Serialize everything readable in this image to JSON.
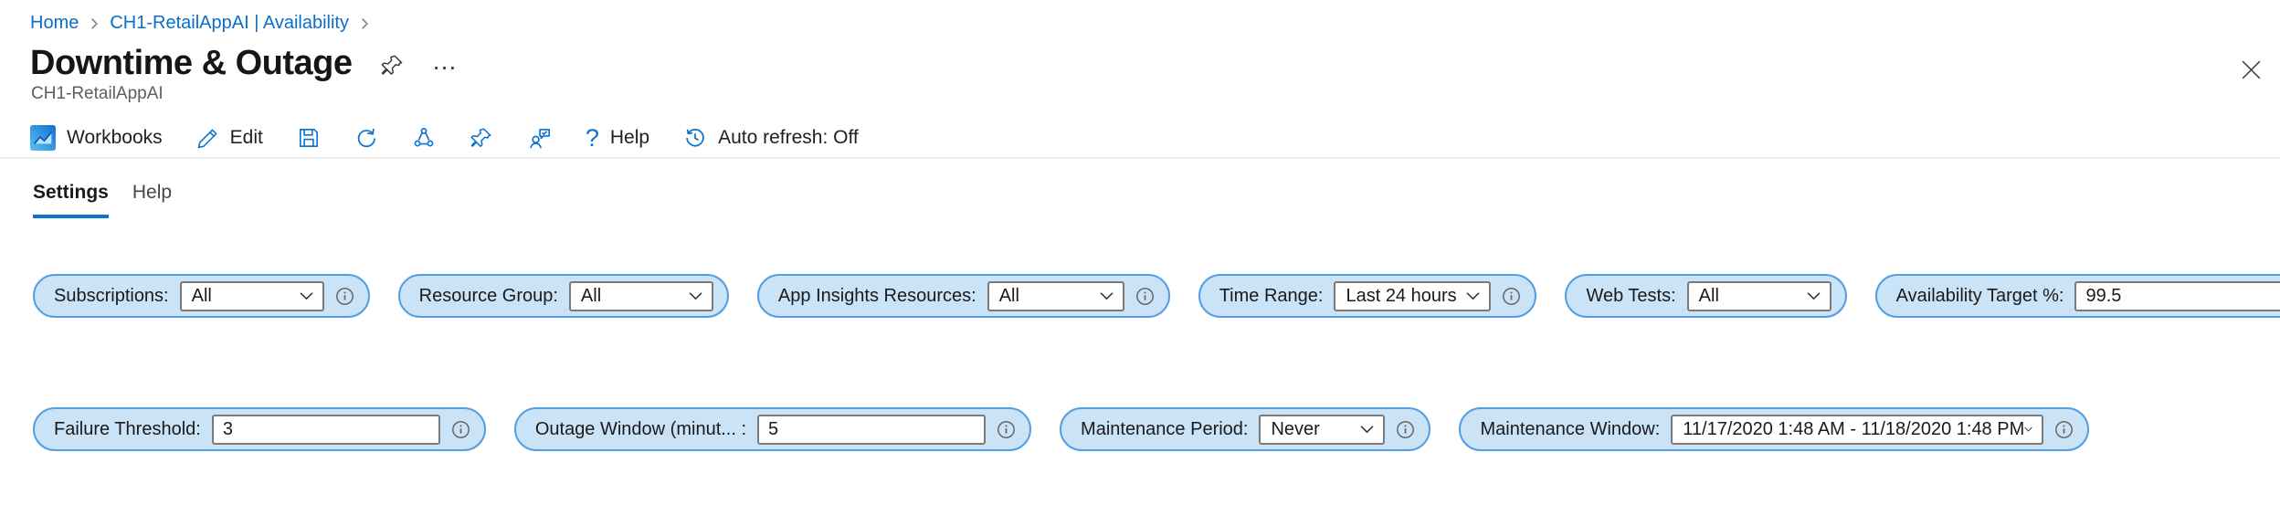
{
  "breadcrumb": {
    "separator": ">",
    "items": [
      {
        "label": "Home"
      },
      {
        "label": "CH1-RetailAppAI | Availability"
      }
    ]
  },
  "header": {
    "title": "Downtime & Outage",
    "subtitle": "CH1-RetailAppAI",
    "more_label": "…"
  },
  "toolbar": {
    "workbooks_label": "Workbooks",
    "edit_label": "Edit",
    "help_glyph": "?",
    "help_label": "Help",
    "auto_refresh_label": "Auto refresh: Off",
    "icon_names": [
      "workbooks-logo",
      "edit-pencil",
      "save",
      "refresh",
      "share",
      "pin",
      "feedback-person",
      "help-question",
      "auto-refresh-history"
    ]
  },
  "tabs": [
    {
      "label": "Settings",
      "active": true
    },
    {
      "label": "Help",
      "active": false
    }
  ],
  "params_row1": [
    {
      "label": "Subscriptions:",
      "type": "dropdown",
      "value": "All",
      "info": true
    },
    {
      "label": "Resource Group:",
      "type": "dropdown",
      "value": "All",
      "info": false
    },
    {
      "label": "App Insights Resources:",
      "type": "dropdown",
      "value": "All",
      "info": true
    },
    {
      "label": "Time Range:",
      "type": "dropdown",
      "value": "Last 24 hours",
      "info": true
    },
    {
      "label": "Web Tests:",
      "type": "dropdown",
      "value": "All",
      "info": false
    },
    {
      "label": "Availability Target %:",
      "type": "input",
      "value": "99.5",
      "info": true
    }
  ],
  "params_row2": [
    {
      "label": "Failure Threshold:",
      "type": "input",
      "value": "3",
      "info": true
    },
    {
      "label": "Outage Window (minut... :",
      "type": "input",
      "value": "5",
      "info": true
    },
    {
      "label": "Maintenance Period:",
      "type": "dropdown",
      "value": "Never",
      "info": true
    },
    {
      "label": "Maintenance Window:",
      "type": "dropdown",
      "value": "11/17/2020 1:48 AM - 11/18/2020 1:48 PM",
      "info": true
    }
  ],
  "colors": {
    "accent_blue": "#0b72ce",
    "link_blue": "#0b6ec8",
    "pill_background": "#cbe3f7",
    "pill_border": "#549ee3",
    "tab_underline": "#0b72ce",
    "text_dark": "#1b1a19",
    "text_gray": "#605e5c"
  }
}
